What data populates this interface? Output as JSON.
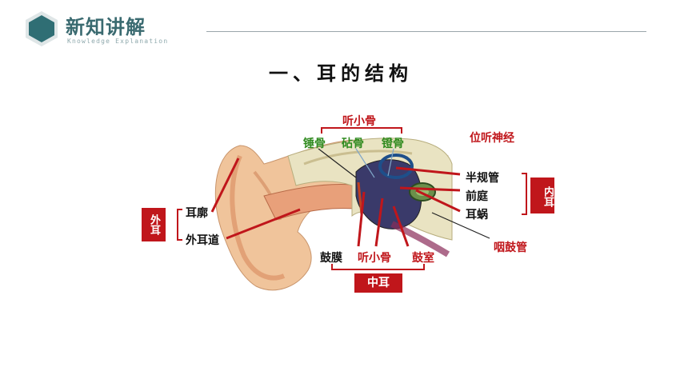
{
  "header": {
    "title": "新知讲解",
    "subtitle": "Knowledge Explanation"
  },
  "page_title": "一、耳的结构",
  "diagram": {
    "outer_ear_group": {
      "label": "外耳",
      "items": [
        "耳廓",
        "外耳道"
      ]
    },
    "ossicles_top": {
      "label": "听小骨",
      "items": [
        "锤骨",
        "砧骨",
        "镫骨"
      ]
    },
    "vestibular_nerve": "位听神经",
    "inner_ear_group": {
      "label": "内耳",
      "items": [
        "半规管",
        "前庭",
        "耳蜗"
      ]
    },
    "eustachian_tube": "咽鼓管",
    "middle_ear_group": {
      "label": "中耳",
      "items": [
        "鼓膜",
        "听小骨",
        "鼓室"
      ]
    }
  },
  "colors": {
    "accent": "#c0161b",
    "ossicle_green": "#2f8a1e",
    "logo_teal": "#2f6e74"
  }
}
